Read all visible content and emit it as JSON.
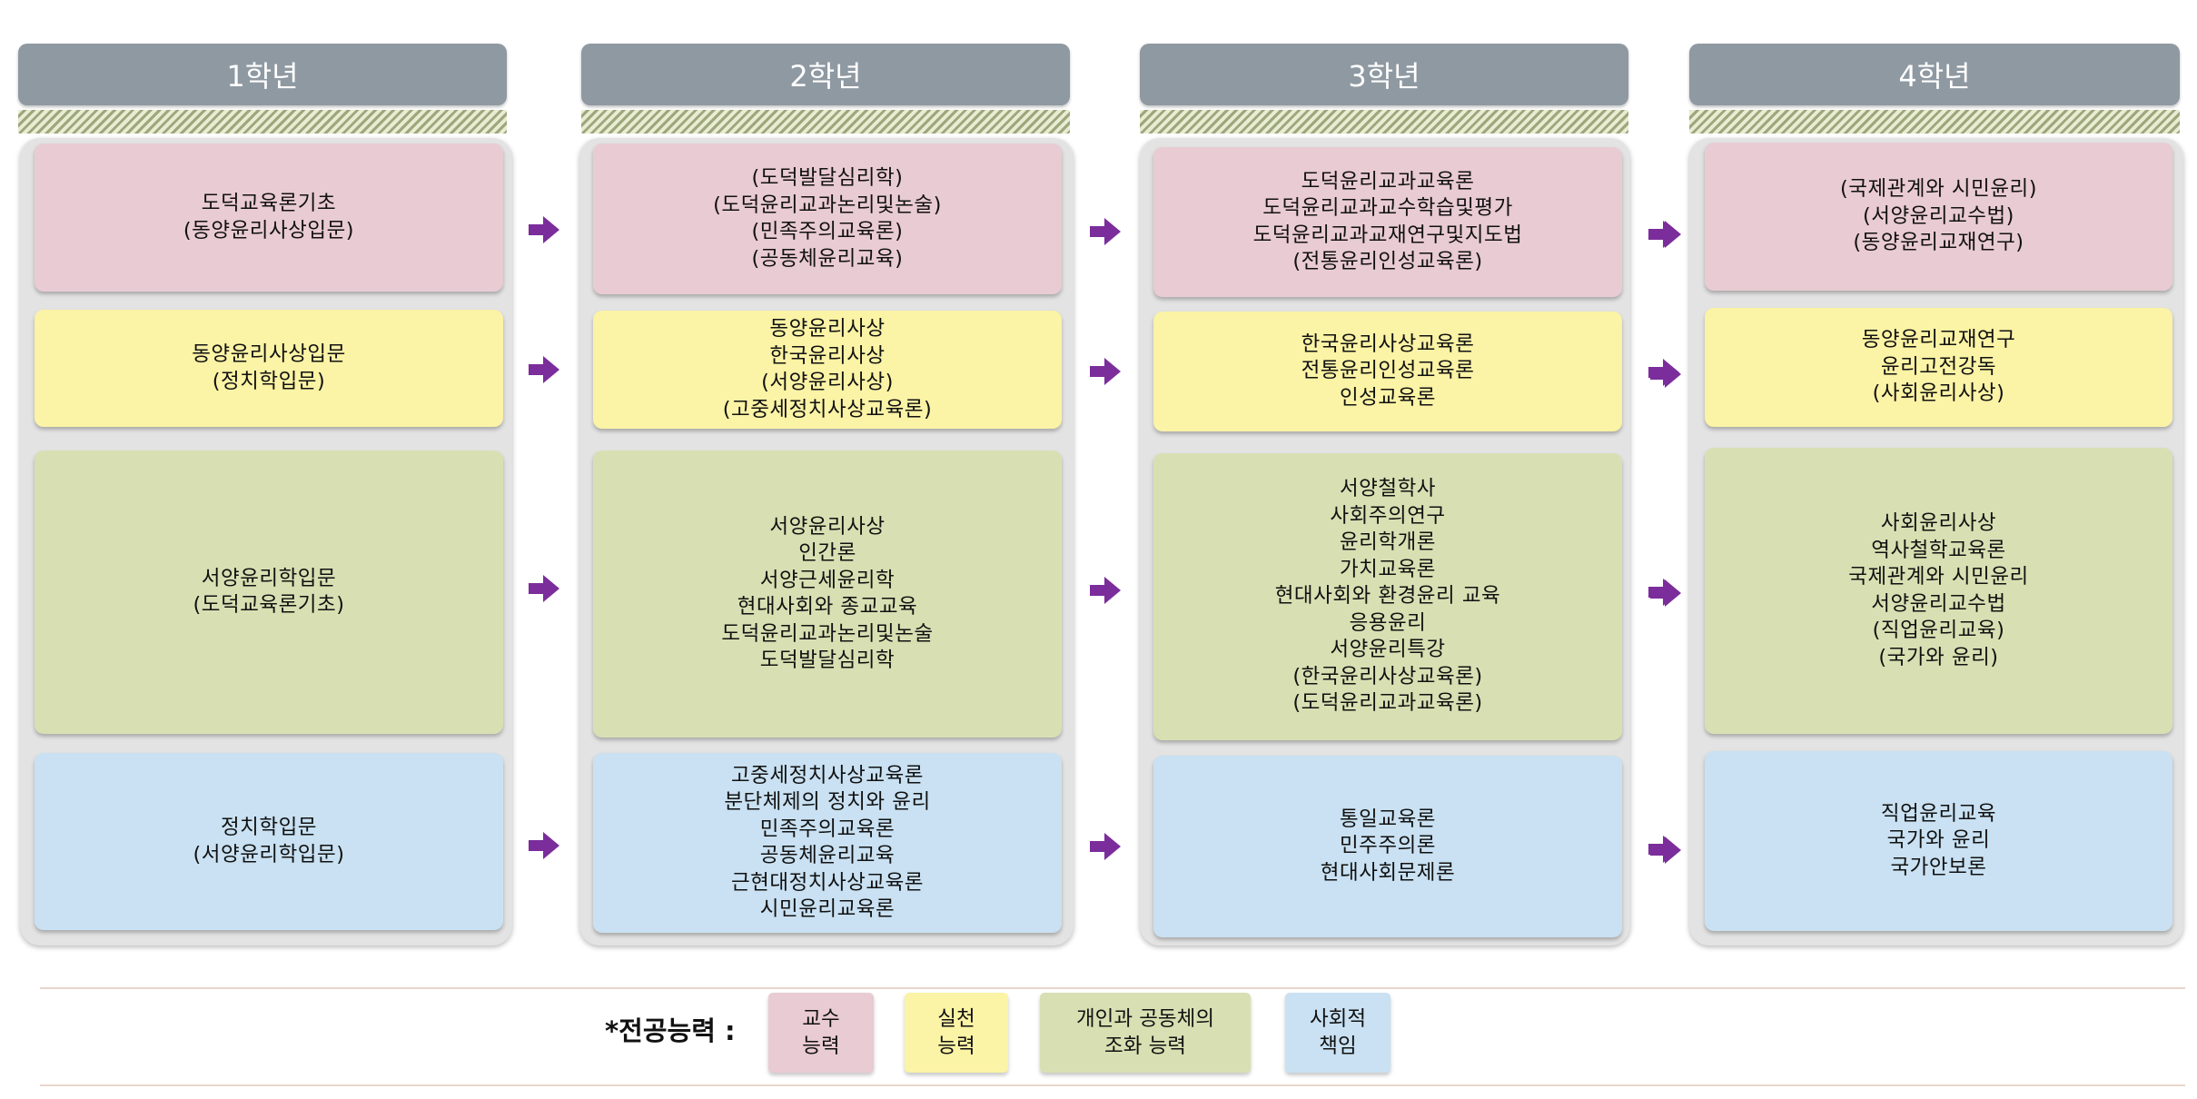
{
  "columns": [
    {
      "header": "1학년",
      "cards": [
        {
          "color": "pink",
          "lines": [
            "도덕교육론기초",
            "(동양윤리사상입문)"
          ]
        },
        {
          "color": "yellow",
          "lines": [
            "동양윤리사상입문",
            "(정치학입문)"
          ]
        },
        {
          "color": "green",
          "lines": [
            "서양윤리학입문",
            "(도덕교육론기초)"
          ]
        },
        {
          "color": "blue",
          "lines": [
            "정치학입문",
            "(서양윤리학입문)"
          ]
        }
      ]
    },
    {
      "header": "2학년",
      "cards": [
        {
          "color": "pink",
          "lines": [
            "(도덕발달심리학)",
            "(도덕윤리교과논리및논술)",
            "(민족주의교육론)",
            "(공동체윤리교육)"
          ]
        },
        {
          "color": "yellow",
          "lines": [
            "동양윤리사상",
            "한국윤리사상",
            "(서양윤리사상)",
            "(고중세정치사상교육론)"
          ]
        },
        {
          "color": "green",
          "lines": [
            "서양윤리사상",
            "인간론",
            "서양근세윤리학",
            "현대사회와 종교교육",
            "도덕윤리교과논리및논술",
            "도덕발달심리학"
          ]
        },
        {
          "color": "blue",
          "lines": [
            "고중세정치사상교육론",
            "분단체제의 정치와 윤리",
            "민족주의교육론",
            "공동체윤리교육",
            "근현대정치사상교육론",
            "시민윤리교육론"
          ]
        }
      ]
    },
    {
      "header": "3학년",
      "cards": [
        {
          "color": "pink",
          "lines": [
            "도덕윤리교과교육론",
            "도덕윤리교과교수학습및평가",
            "도덕윤리교과교재연구및지도법",
            "(전통윤리인성교육론)"
          ]
        },
        {
          "color": "yellow",
          "lines": [
            "한국윤리사상교육론",
            "전통윤리인성교육론",
            "인성교육론"
          ]
        },
        {
          "color": "green",
          "lines": [
            "서양철학사",
            "사회주의연구",
            "윤리학개론",
            "가치교육론",
            "현대사회와 환경윤리 교육",
            "응용윤리",
            "서양윤리특강",
            "(한국윤리사상교육론)",
            "(도덕윤리교과교육론)"
          ]
        },
        {
          "color": "blue",
          "lines": [
            "통일교육론",
            "민주주의론",
            "현대사회문제론"
          ]
        }
      ]
    },
    {
      "header": "4학년",
      "cards": [
        {
          "color": "pink",
          "lines": [
            "(국제관계와 시민윤리)",
            "(서양윤리교수법)",
            "(동양윤리교재연구)"
          ]
        },
        {
          "color": "yellow",
          "lines": [
            "동양윤리교재연구",
            "윤리고전강독",
            "(사회윤리사상)"
          ]
        },
        {
          "color": "green",
          "lines": [
            "사회윤리사상",
            "역사철학교육론",
            "국제관계와 시민윤리",
            "서양윤리교수법",
            "(직업윤리교육)",
            "(국가와 윤리)"
          ]
        },
        {
          "color": "blue",
          "lines": [
            "직업윤리교육",
            "국가와 윤리",
            "국가안보론"
          ]
        }
      ]
    }
  ],
  "legend": {
    "label": "*전공능력 :",
    "items": [
      {
        "color": "pink",
        "lines": [
          "교수",
          "능력"
        ]
      },
      {
        "color": "yellow",
        "lines": [
          "실천",
          "능력"
        ]
      },
      {
        "color": "green",
        "lines": [
          "개인과 공동체의",
          "조화 능력"
        ]
      },
      {
        "color": "blue",
        "lines": [
          "사회적",
          "책임"
        ]
      }
    ]
  },
  "colors": {
    "pink": "#e9cbd4",
    "yellow": "#fbf3a5",
    "green": "#d8e0b3",
    "blue": "#c9e1f2",
    "arrow": "#7b2d9b",
    "header": "#8f99a2"
  }
}
